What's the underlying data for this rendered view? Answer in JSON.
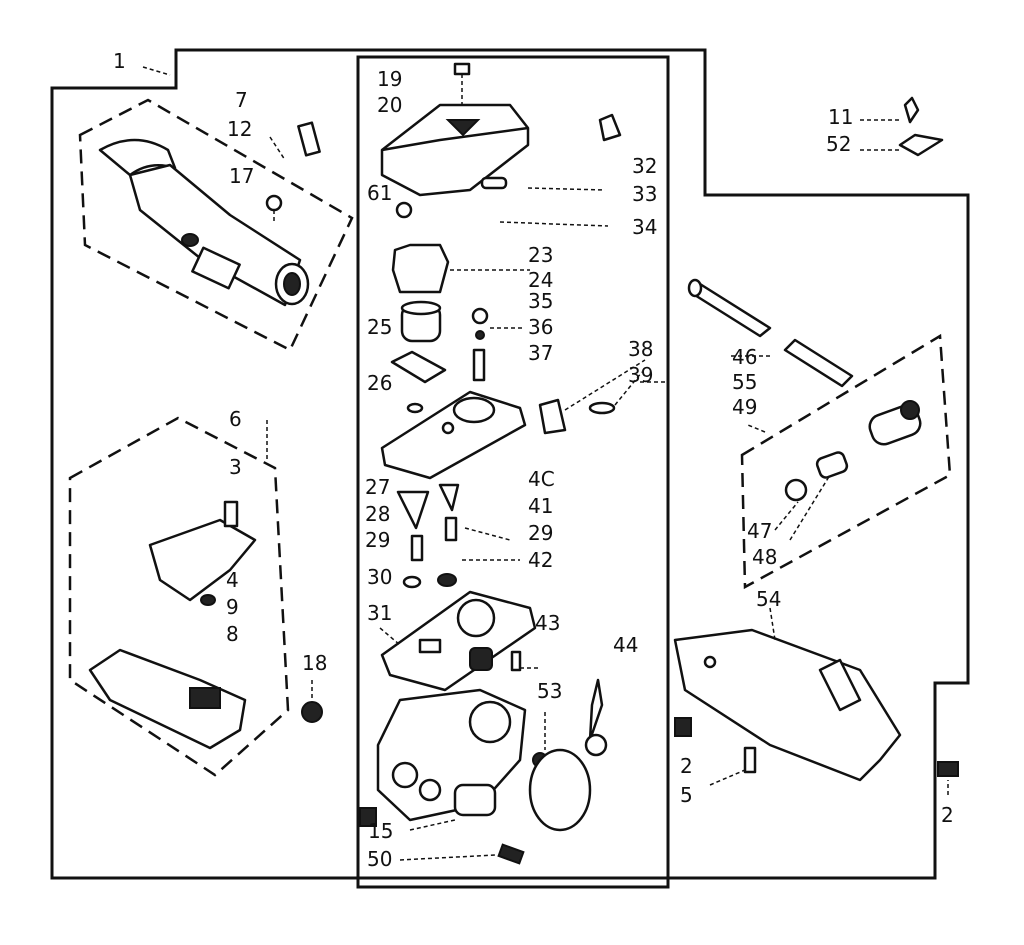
{
  "diagram": {
    "callouts": [
      {
        "id": "c1",
        "text": "1"
      },
      {
        "id": "c7",
        "text": "7"
      },
      {
        "id": "c12",
        "text": "12"
      },
      {
        "id": "c17",
        "text": "17"
      },
      {
        "id": "c19",
        "text": "19"
      },
      {
        "id": "c20",
        "text": "20"
      },
      {
        "id": "c61",
        "text": "61"
      },
      {
        "id": "c32",
        "text": "32"
      },
      {
        "id": "c33",
        "text": "33"
      },
      {
        "id": "c34",
        "text": "34"
      },
      {
        "id": "c23",
        "text": "23"
      },
      {
        "id": "c24",
        "text": "24"
      },
      {
        "id": "c35",
        "text": "35"
      },
      {
        "id": "c25",
        "text": "25"
      },
      {
        "id": "c36",
        "text": "36"
      },
      {
        "id": "c37",
        "text": "37"
      },
      {
        "id": "c26",
        "text": "26"
      },
      {
        "id": "c38",
        "text": "38"
      },
      {
        "id": "c39",
        "text": "39"
      },
      {
        "id": "c11",
        "text": "11"
      },
      {
        "id": "c52",
        "text": "52"
      },
      {
        "id": "c46",
        "text": "46"
      },
      {
        "id": "c55",
        "text": "55"
      },
      {
        "id": "c49",
        "text": "49"
      },
      {
        "id": "c6",
        "text": "6"
      },
      {
        "id": "c3",
        "text": "3"
      },
      {
        "id": "c4",
        "text": "4"
      },
      {
        "id": "c9",
        "text": "9"
      },
      {
        "id": "c8",
        "text": "8"
      },
      {
        "id": "c18",
        "text": "18"
      },
      {
        "id": "c27",
        "text": "27"
      },
      {
        "id": "c28",
        "text": "28"
      },
      {
        "id": "c29a",
        "text": "29"
      },
      {
        "id": "c30",
        "text": "30"
      },
      {
        "id": "c31",
        "text": "31"
      },
      {
        "id": "c40",
        "text": "4C"
      },
      {
        "id": "c41",
        "text": "41"
      },
      {
        "id": "c29b",
        "text": "29"
      },
      {
        "id": "c42",
        "text": "42"
      },
      {
        "id": "c43",
        "text": "43"
      },
      {
        "id": "c44",
        "text": "44"
      },
      {
        "id": "c53",
        "text": "53"
      },
      {
        "id": "c15",
        "text": "15"
      },
      {
        "id": "c50",
        "text": "50"
      },
      {
        "id": "c47",
        "text": "47"
      },
      {
        "id": "c48",
        "text": "48"
      },
      {
        "id": "c54",
        "text": "54"
      },
      {
        "id": "c2a",
        "text": "2"
      },
      {
        "id": "c5",
        "text": "5"
      },
      {
        "id": "c2b",
        "text": "2"
      }
    ]
  }
}
